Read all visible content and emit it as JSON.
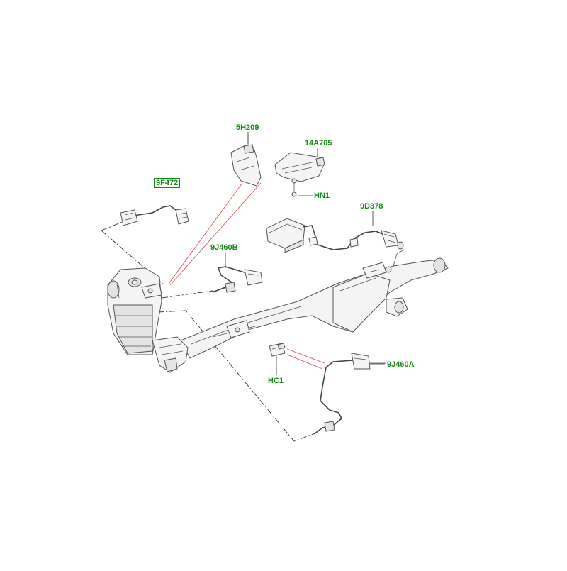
{
  "labels": {
    "p_5h209": "5H209",
    "p_14a705": "14A705",
    "p_9f472": "9F472",
    "p_hn1": "HN1",
    "p_9d378": "9D378",
    "p_9j460b": "9J460B",
    "p_hc1": "HC1",
    "p_9j460a": "9J460A"
  },
  "colors": {
    "label": "#1a8a1a",
    "line": "#555555",
    "leader": "#e05050",
    "part_fill": "#f2f2f2"
  }
}
